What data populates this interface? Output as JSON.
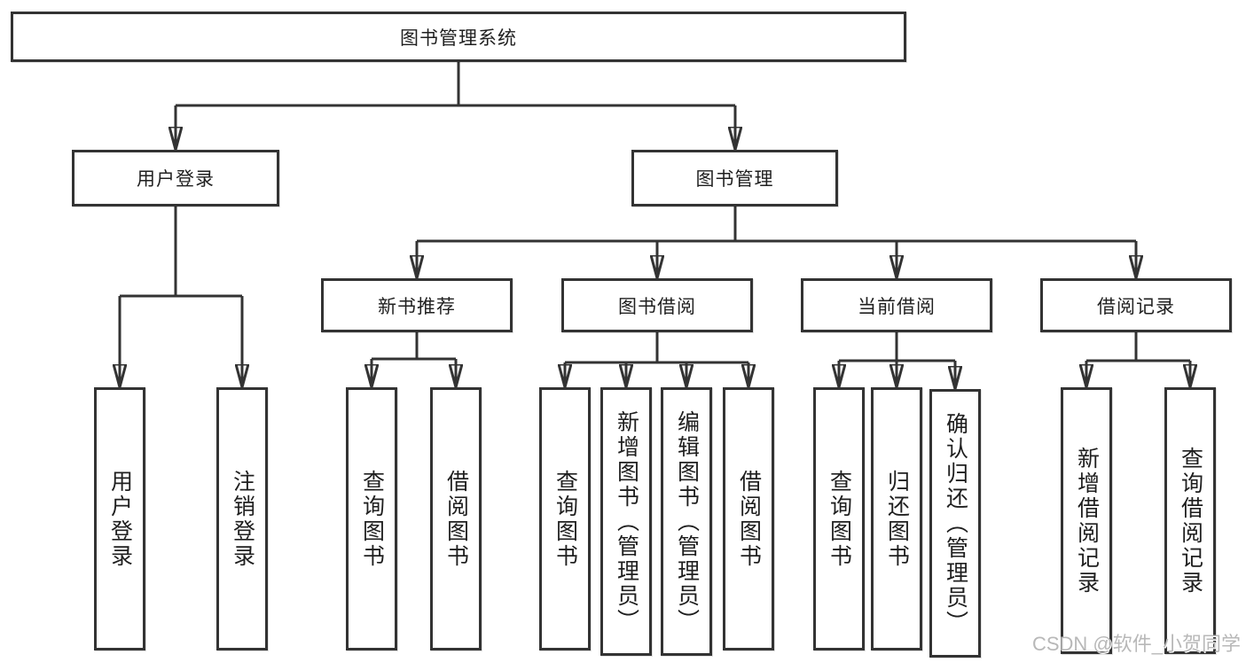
{
  "tree": {
    "root_label": "图书管理系统",
    "children": [
      {
        "label": "用户登录",
        "children": [
          {
            "label": "用户登录"
          },
          {
            "label": "注销登录"
          }
        ]
      },
      {
        "label": "图书管理",
        "children": [
          {
            "label": "新书推荐",
            "children": [
              {
                "label": "查询图书"
              },
              {
                "label": "借阅图书"
              }
            ]
          },
          {
            "label": "图书借阅",
            "children": [
              {
                "label": "查询图书"
              },
              {
                "label": "新增图书（管理员）"
              },
              {
                "label": "编辑图书（管理员）"
              },
              {
                "label": "借阅图书"
              }
            ]
          },
          {
            "label": "当前借阅",
            "children": [
              {
                "label": "查询图书"
              },
              {
                "label": "归还图书"
              },
              {
                "label": "确认归还（管理员）"
              }
            ]
          },
          {
            "label": "借阅记录",
            "children": [
              {
                "label": "新增借阅记录"
              },
              {
                "label": "查询借阅记录"
              }
            ]
          }
        ]
      }
    ]
  },
  "watermark": {
    "text": "CSDN @软件_小贺同学"
  },
  "colors": {
    "line": "#333333",
    "box_border": "#333333",
    "text": "#1f1f1f",
    "watermark": "#b8b8b8",
    "background": "#ffffff"
  }
}
